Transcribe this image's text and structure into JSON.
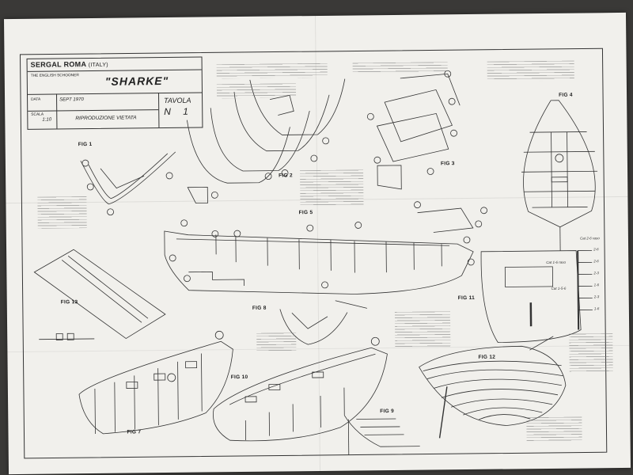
{
  "title_block": {
    "brand": "SERGAL ROMA",
    "country": "(ITALY)",
    "subtitle": "THE ENGLISH SCHOONER",
    "ship_name": "\"SHARKE\"",
    "date_label": "DATA",
    "date_value": "SEPT 1970",
    "scale_label": "SCALA",
    "scale_value": "1:10",
    "notice": "RIPRODUZIONE VIETATA",
    "sheet_label": "TAVOLA",
    "sheet_number": "N 1"
  },
  "figures": {
    "fig1": "FIG 1",
    "fig2": "FIG 2",
    "fig3": "FIG 3",
    "fig4": "FIG 4",
    "fig5": "FIG 5",
    "fig7": "FIG 7",
    "fig8": "FIG 8",
    "fig9": "FIG 9",
    "fig10": "FIG 10",
    "fig11": "FIG 11",
    "fig12": "FIG 12",
    "fig13": "FIG 13"
  },
  "fig11_labels": [
    "2-6",
    "2-6",
    "2-3",
    "1-6",
    "2-3",
    "1-6"
  ],
  "fig11_side_labels": [
    "Cat 2-6 raso",
    "Cat 1-6 raso",
    "Cat 1-5-6"
  ]
}
